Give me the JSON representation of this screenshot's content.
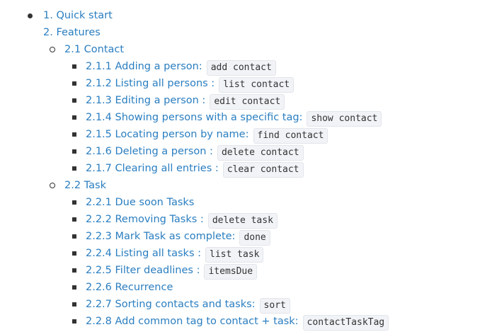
{
  "toc": {
    "quick_start": "1. Quick start",
    "features": "2. Features",
    "contact": {
      "label": "2.1 Contact",
      "items": [
        {
          "label": "2.1.1 Adding a person:",
          "code": "add contact"
        },
        {
          "label": "2.1.2 Listing all persons :",
          "code": "list contact"
        },
        {
          "label": "2.1.3 Editing a person :",
          "code": "edit contact"
        },
        {
          "label": "2.1.4 Showing persons with a specific tag:",
          "code": "show contact"
        },
        {
          "label": "2.1.5 Locating person by name:",
          "code": "find contact"
        },
        {
          "label": "2.1.6 Deleting a person :",
          "code": "delete contact"
        },
        {
          "label": "2.1.7 Clearing all entries :",
          "code": "clear contact"
        }
      ]
    },
    "task": {
      "label": "2.2 Task",
      "items": [
        {
          "label": "2.2.1 Due soon Tasks",
          "code": ""
        },
        {
          "label": "2.2.2 Removing Tasks :",
          "code": "delete task"
        },
        {
          "label": "2.2.3 Mark Task as complete:",
          "code": "done"
        },
        {
          "label": "2.2.4 Listing all tasks :",
          "code": "list task"
        },
        {
          "label": "2.2.5 Filter deadlines :",
          "code": "itemsDue"
        },
        {
          "label": "2.2.6 Recurrence",
          "code": ""
        },
        {
          "label": "2.2.7 Sorting contacts and tasks:",
          "code": "sort"
        },
        {
          "label": "2.2.8 Add common tag to contact + task:",
          "code": "contactTaskTag"
        }
      ]
    }
  },
  "colors": {
    "link": "#2a7ec0",
    "text": "#333333",
    "code_bg": "#f1f3f7"
  }
}
